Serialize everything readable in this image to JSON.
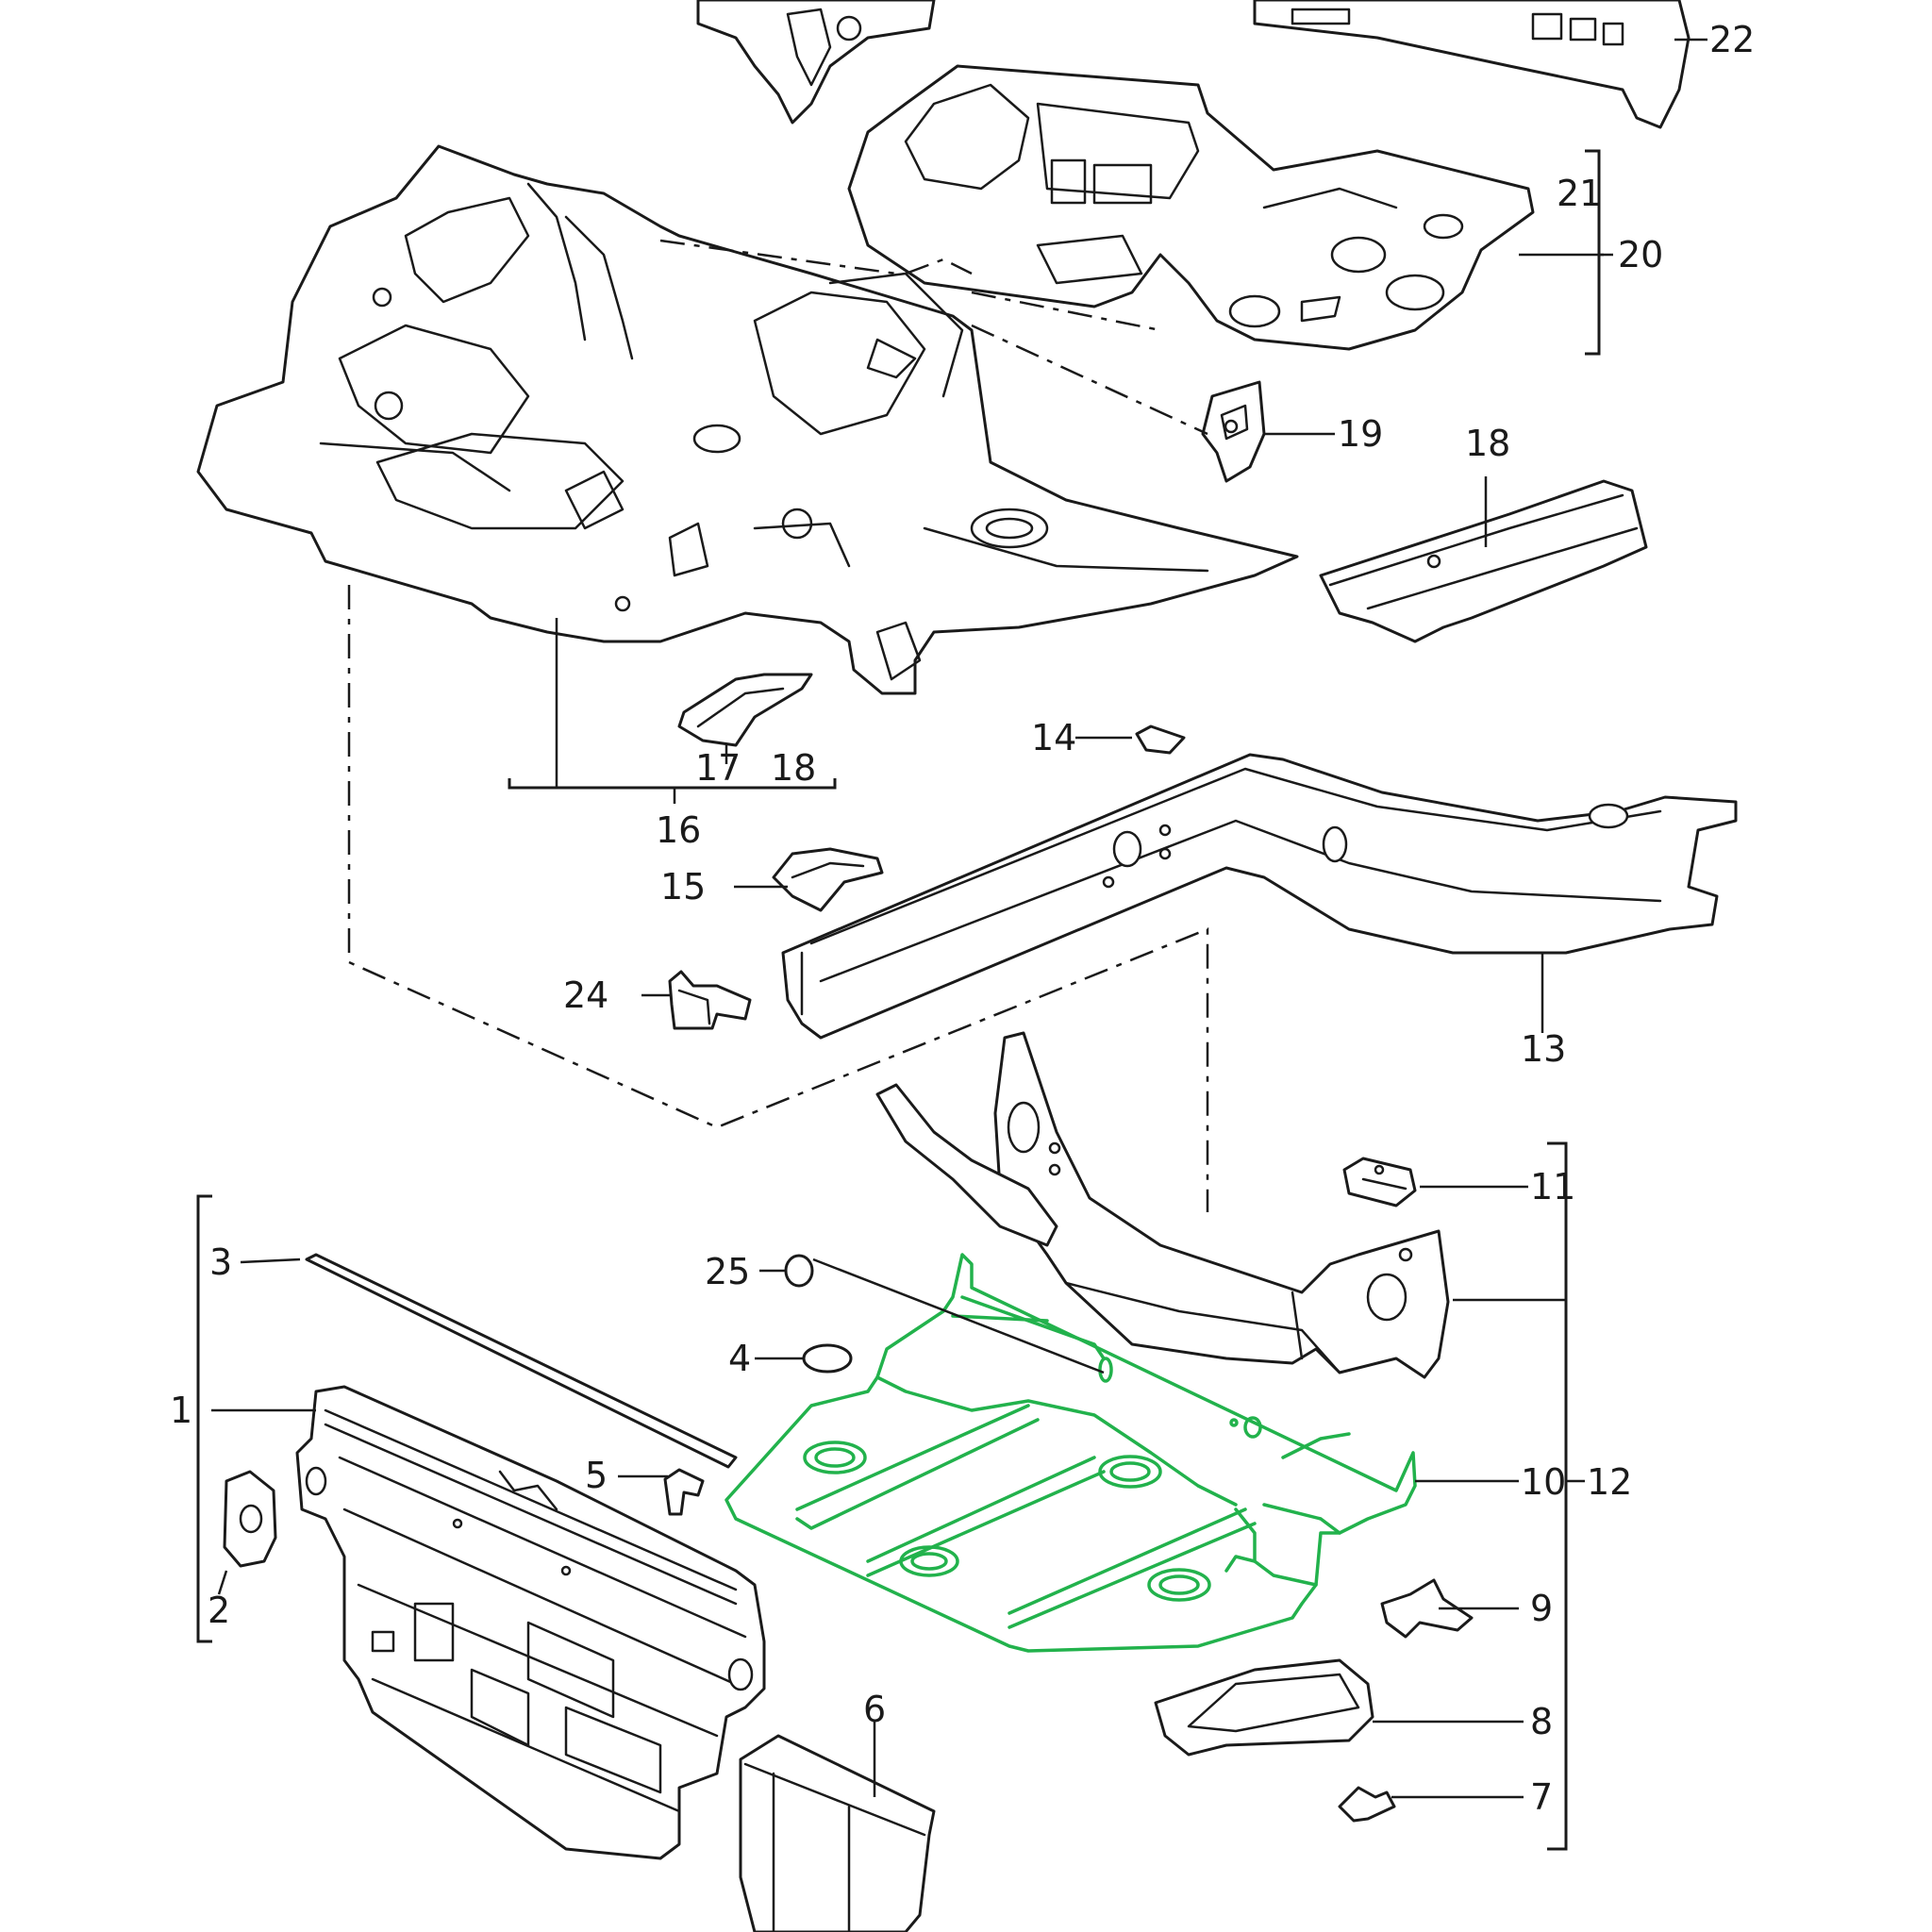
{
  "highlight_color": "#22b24c",
  "callouts": {
    "c1": "1",
    "c2": "2",
    "c3": "3",
    "c4": "4",
    "c5": "5",
    "c6": "6",
    "c7": "7",
    "c8": "8",
    "c9": "9",
    "c10": "10",
    "c11": "11",
    "c12": "12",
    "c13": "13",
    "c14": "14",
    "c15": "15",
    "c16": "16",
    "c17": "17",
    "c18a": "18",
    "c18b": "18",
    "c19": "19",
    "c20": "20",
    "c21": "21",
    "c22": "22",
    "c24": "24",
    "c25": "25"
  }
}
